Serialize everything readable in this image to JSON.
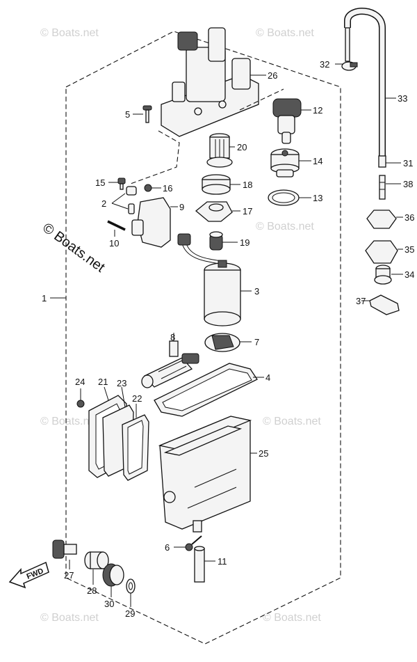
{
  "watermark": {
    "text": "© Boats.net",
    "prominent_text": "© Boats.net"
  },
  "direction_marker": {
    "text": "FWD"
  },
  "callouts": [
    "1",
    "2",
    "3",
    "4",
    "5",
    "6",
    "7",
    "8",
    "9",
    "10",
    "11",
    "12",
    "13",
    "14",
    "15",
    "16",
    "17",
    "18",
    "19",
    "20",
    "21",
    "22",
    "23",
    "24",
    "25",
    "26",
    "27",
    "28",
    "29",
    "30",
    "31",
    "32",
    "33",
    "34",
    "35",
    "36",
    "37",
    "38"
  ]
}
